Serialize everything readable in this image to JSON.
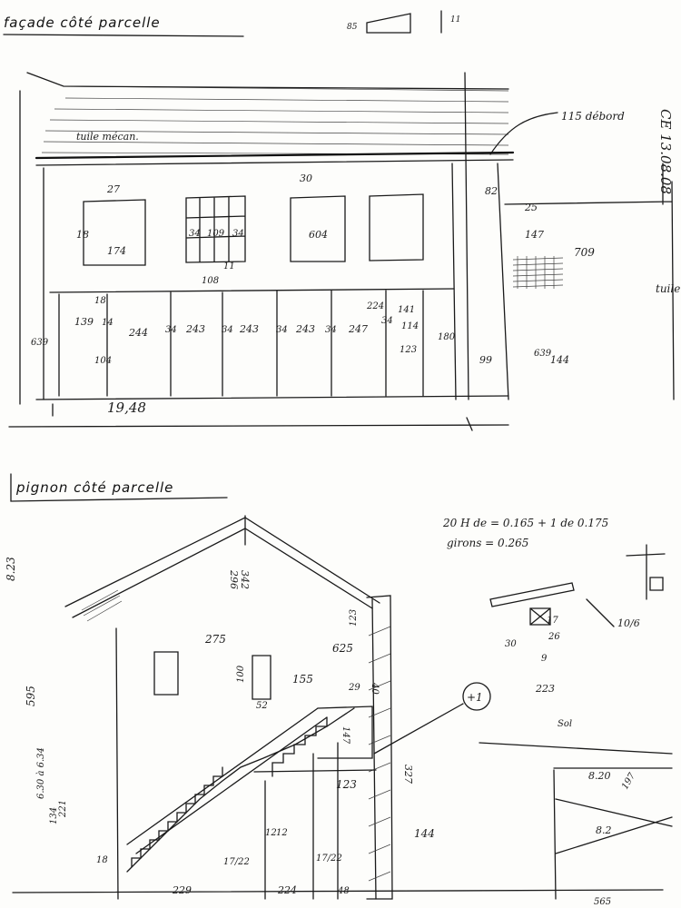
{
  "top_view": {
    "title": "façade côté parcelle",
    "date": "CE 13.08.08",
    "detail_left": "85",
    "detail_right": "11",
    "labels": {
      "roof_note": "tuile mécan.",
      "gutter_note": "115 débord",
      "total_width": "19,48",
      "tile_note_right": "tuile méca."
    },
    "dims": [
      "27",
      "18",
      "174",
      "34",
      "109",
      "34",
      "11",
      "108",
      "30",
      "604",
      "82",
      "25",
      "147",
      "709",
      "639",
      "139",
      "14",
      "18",
      "104",
      "244",
      "34",
      "243",
      "34",
      "243",
      "34",
      "243",
      "34",
      "247",
      "224",
      "34",
      "141",
      "114",
      "123",
      "180",
      "99",
      "639",
      "144"
    ]
  },
  "bottom_view": {
    "title": "pignon côté parcelle",
    "stair_note_line1": "20 H de = 0.165 + 1 de 0.175",
    "stair_note_line2": "girons = 0.265",
    "level_label": "+1",
    "detail_labels": [
      "10/6",
      "30",
      "17",
      "26",
      "9",
      "223",
      "Sol"
    ],
    "dims": [
      "8.23",
      "296",
      "342",
      "275",
      "625",
      "100",
      "52",
      "155",
      "29",
      "123",
      "40",
      "147",
      "595",
      "6.30 à 6.34",
      "134",
      "221",
      "123",
      "327",
      "144",
      "12",
      "12",
      "17/22",
      "17/22",
      "18",
      "229",
      "224",
      "48",
      "8.20",
      "197",
      "8.2",
      "565"
    ]
  }
}
